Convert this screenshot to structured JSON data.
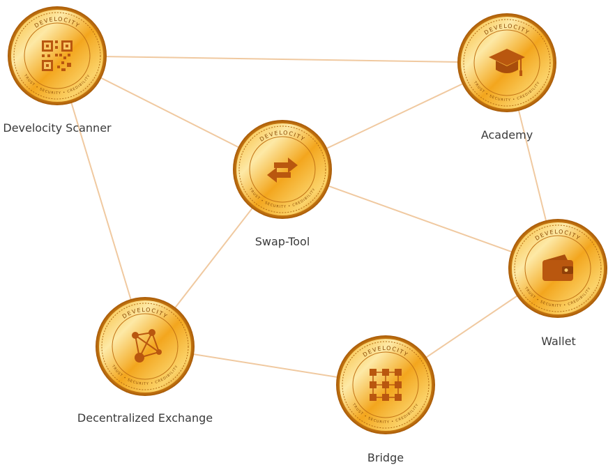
{
  "brand": {
    "coin_top_text": "DEVELOCITY",
    "coin_bottom_text": "TRUST • SECURITY • CREDIBILITY"
  },
  "colors": {
    "link": "#f0c9a0",
    "coin_light": "#fff2b8",
    "coin_mid": "#f5b12a",
    "coin_dark": "#c46a0c",
    "icon": "#b9570f"
  },
  "nodes": [
    {
      "id": "scanner",
      "label": "Develocity Scanner",
      "icon": "qr-code-icon"
    },
    {
      "id": "academy",
      "label": "Academy",
      "icon": "graduation-cap-icon"
    },
    {
      "id": "swap",
      "label": "Swap-Tool",
      "icon": "swap-arrows-icon"
    },
    {
      "id": "wallet",
      "label": "Wallet",
      "icon": "wallet-icon"
    },
    {
      "id": "dex",
      "label": "Decentralized Exchange",
      "icon": "network-icon"
    },
    {
      "id": "bridge",
      "label": "Bridge",
      "icon": "grid-network-icon"
    }
  ],
  "links": [
    [
      "scanner",
      "academy"
    ],
    [
      "scanner",
      "swap"
    ],
    [
      "scanner",
      "dex"
    ],
    [
      "swap",
      "academy"
    ],
    [
      "swap",
      "wallet"
    ],
    [
      "swap",
      "dex"
    ],
    [
      "academy",
      "wallet"
    ],
    [
      "dex",
      "bridge"
    ],
    [
      "bridge",
      "wallet"
    ]
  ]
}
